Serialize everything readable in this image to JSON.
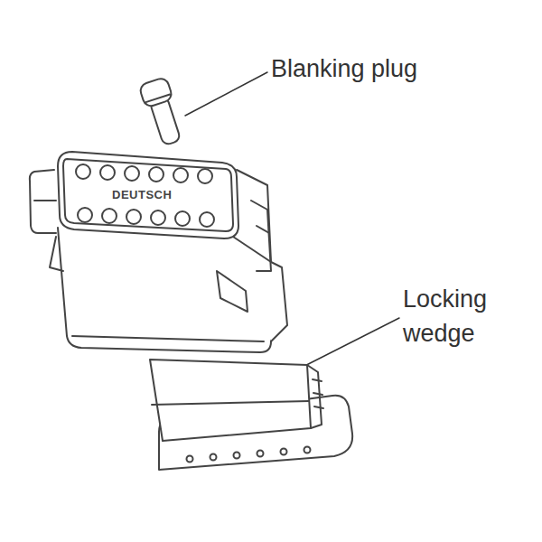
{
  "diagram": {
    "labels": [
      "Blanking plug",
      "Locking wedge",
      "DEUTSCH"
    ]
  }
}
